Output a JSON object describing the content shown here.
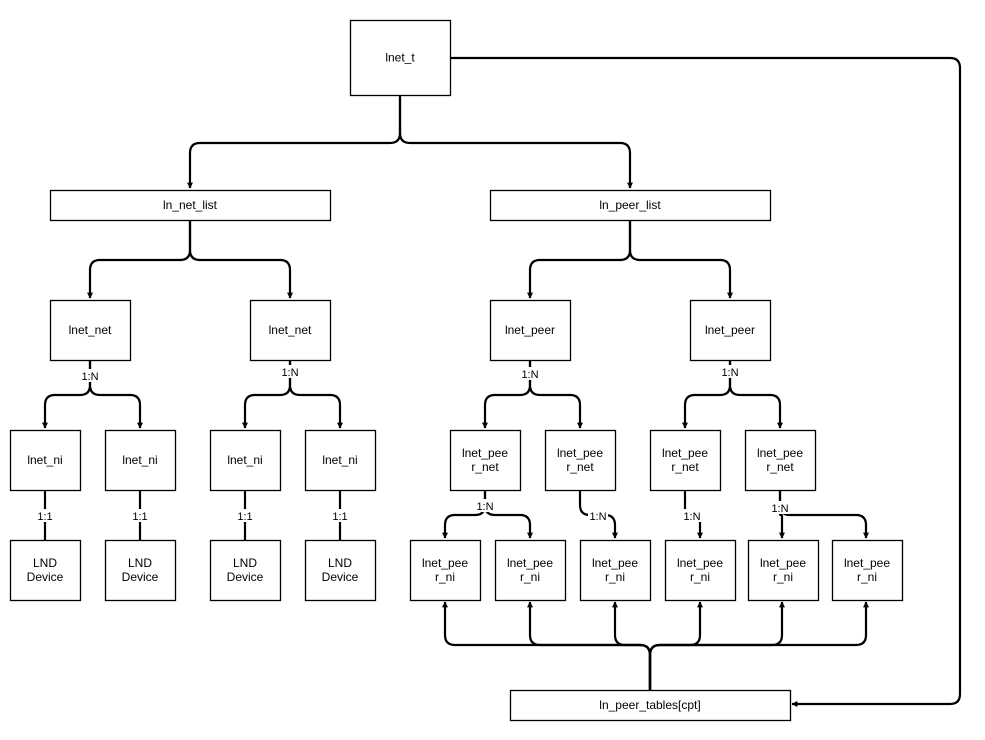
{
  "diagram": {
    "nodes": [
      {
        "id": "lnet_t",
        "label": "lnet_t"
      },
      {
        "id": "ln_net_list",
        "label": "ln_net_list"
      },
      {
        "id": "ln_peer_list",
        "label": "ln_peer_list"
      },
      {
        "id": "net1",
        "label": "lnet_net"
      },
      {
        "id": "net2",
        "label": "lnet_net"
      },
      {
        "id": "peer1",
        "label": "lnet_peer"
      },
      {
        "id": "peer2",
        "label": "lnet_peer"
      },
      {
        "id": "ni1",
        "label": "lnet_ni"
      },
      {
        "id": "ni2",
        "label": "lnet_ni"
      },
      {
        "id": "ni3",
        "label": "lnet_ni"
      },
      {
        "id": "ni4",
        "label": "lnet_ni"
      },
      {
        "id": "lnd1",
        "label": "LND\nDevice"
      },
      {
        "id": "lnd2",
        "label": "LND\nDevice"
      },
      {
        "id": "lnd3",
        "label": "LND\nDevice"
      },
      {
        "id": "lnd4",
        "label": "LND\nDevice"
      },
      {
        "id": "pn1",
        "label": "lnet_pee\nr_net"
      },
      {
        "id": "pn2",
        "label": "lnet_pee\nr_net"
      },
      {
        "id": "pn3",
        "label": "lnet_pee\nr_net"
      },
      {
        "id": "pn4",
        "label": "lnet_pee\nr_net"
      },
      {
        "id": "pni1",
        "label": "lnet_pee\nr_ni"
      },
      {
        "id": "pni2",
        "label": "lnet_pee\nr_ni"
      },
      {
        "id": "pni3",
        "label": "lnet_pee\nr_ni"
      },
      {
        "id": "pni4",
        "label": "lnet_pee\nr_ni"
      },
      {
        "id": "pni5",
        "label": "lnet_pee\nr_ni"
      },
      {
        "id": "pni6",
        "label": "lnet_pee\nr_ni"
      },
      {
        "id": "tables",
        "label": "ln_peer_tables[cpt]"
      }
    ],
    "edges": [
      {
        "from": "lnet_t",
        "to": "ln_net_list"
      },
      {
        "from": "lnet_t",
        "to": "ln_peer_list"
      },
      {
        "from": "lnet_t",
        "to": "tables"
      },
      {
        "from": "ln_net_list",
        "to": "net1"
      },
      {
        "from": "ln_net_list",
        "to": "net2"
      },
      {
        "from": "ln_peer_list",
        "to": "peer1"
      },
      {
        "from": "ln_peer_list",
        "to": "peer2"
      },
      {
        "from": "net1",
        "to": "ni1",
        "label": "1:N"
      },
      {
        "from": "net1",
        "to": "ni2",
        "label": "1:N"
      },
      {
        "from": "net2",
        "to": "ni3",
        "label": "1:N"
      },
      {
        "from": "net2",
        "to": "ni4",
        "label": "1:N"
      },
      {
        "from": "ni1",
        "to": "lnd1",
        "label": "1:1"
      },
      {
        "from": "ni2",
        "to": "lnd2",
        "label": "1:1"
      },
      {
        "from": "ni3",
        "to": "lnd3",
        "label": "1:1"
      },
      {
        "from": "ni4",
        "to": "lnd4",
        "label": "1:1"
      },
      {
        "from": "peer1",
        "to": "pn1",
        "label": "1:N"
      },
      {
        "from": "peer1",
        "to": "pn2",
        "label": "1:N"
      },
      {
        "from": "peer2",
        "to": "pn3",
        "label": "1:N"
      },
      {
        "from": "peer2",
        "to": "pn4",
        "label": "1:N"
      },
      {
        "from": "pn1",
        "to": "pni1",
        "label": "1:N"
      },
      {
        "from": "pn1",
        "to": "pni2",
        "label": "1:N"
      },
      {
        "from": "pn2",
        "to": "pni3",
        "label": "1:N"
      },
      {
        "from": "pn3",
        "to": "pni4",
        "label": "1:N"
      },
      {
        "from": "pn4",
        "to": "pni5",
        "label": "1:N"
      },
      {
        "from": "pn4",
        "to": "pni6",
        "label": "1:N"
      },
      {
        "from": "tables",
        "to": "pni1"
      },
      {
        "from": "tables",
        "to": "pni2"
      },
      {
        "from": "tables",
        "to": "pni3"
      },
      {
        "from": "tables",
        "to": "pni4"
      },
      {
        "from": "tables",
        "to": "pni5"
      },
      {
        "from": "tables",
        "to": "pni6"
      }
    ]
  }
}
